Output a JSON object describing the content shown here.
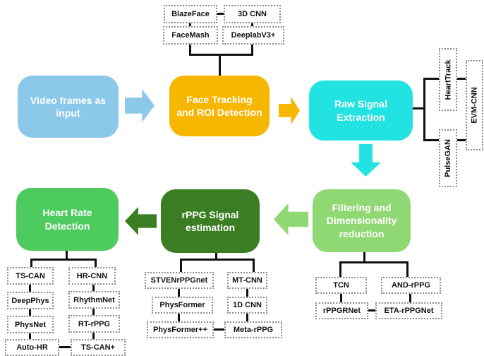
{
  "stages": {
    "video_input": "Video frames as input",
    "face_tracking": "Face Tracking and ROI Detection",
    "raw_signal": "Raw Signal Extraction",
    "filtering": "Filtering and Dimensionality reduction",
    "rppg_estimation": "rPPG Signal estimation",
    "heart_rate": "Heart Rate Detection"
  },
  "methods": {
    "face_tracking": [
      "BlazeFace",
      "3D CNN",
      "FaceMash",
      "DeeplabV3+"
    ],
    "raw_signal": [
      "HeartTrack",
      "PulseGAN",
      "EVM-CNN"
    ],
    "filtering": [
      "TCN",
      "AND-rPPG",
      "rPPGRNet",
      "ETA-rPPGNet"
    ],
    "rppg_estimation": [
      "STVENrPPGnet",
      "MT-CNN",
      "PhysFormer",
      "1D CNN",
      "PhysFormer++",
      "Meta-rPPG"
    ],
    "heart_rate": [
      "TS-CAN",
      "HR-CNN",
      "DeepPhys",
      "RhythmNet",
      "PhysNet",
      "RT-rPPG",
      "Auto-HR",
      "TS-CAN+"
    ]
  },
  "colors": {
    "video_input": "#8BC8EA",
    "face_tracking": "#F7B600",
    "raw_signal": "#23E2E2",
    "filtering": "#90D873",
    "rppg_estimation": "#3B7D23",
    "heart_rate": "#4DCB5F",
    "connector": "#111111",
    "method_box_border": "#8C8C8C"
  }
}
